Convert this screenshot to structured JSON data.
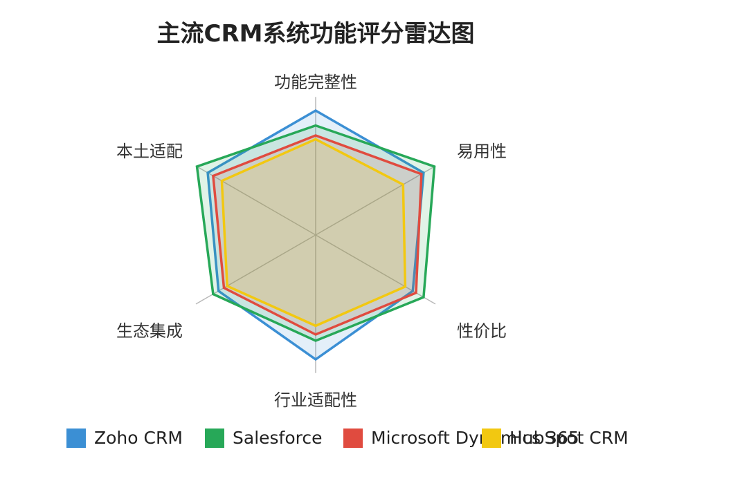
{
  "chart_data": {
    "type": "radar",
    "title": "主流CRM系统功能评分雷达图",
    "axes": [
      "功能完整性",
      "易用性",
      "性价比",
      "行业适配性",
      "生态集成",
      "本土适配"
    ],
    "range": [
      0,
      10
    ],
    "grid": true,
    "legend_position": "bottom",
    "series": [
      {
        "name": "Zoho CRM",
        "color": "#3b8fd4",
        "values": [
          10,
          10,
          9,
          10,
          9,
          10
        ]
      },
      {
        "name": "Salesforce",
        "color": "#27a858",
        "values": [
          8.8,
          11,
          10,
          8.5,
          9.5,
          11
        ]
      },
      {
        "name": "Microsoft Dynamics 365",
        "color": "#e04b3f",
        "values": [
          8,
          9.8,
          9.3,
          8,
          8.5,
          9.5
        ]
      },
      {
        "name": "HubSpot CRM",
        "color": "#f2c811",
        "values": [
          7.7,
          8.1,
          8.3,
          7.3,
          8.2,
          8.7
        ]
      }
    ]
  }
}
